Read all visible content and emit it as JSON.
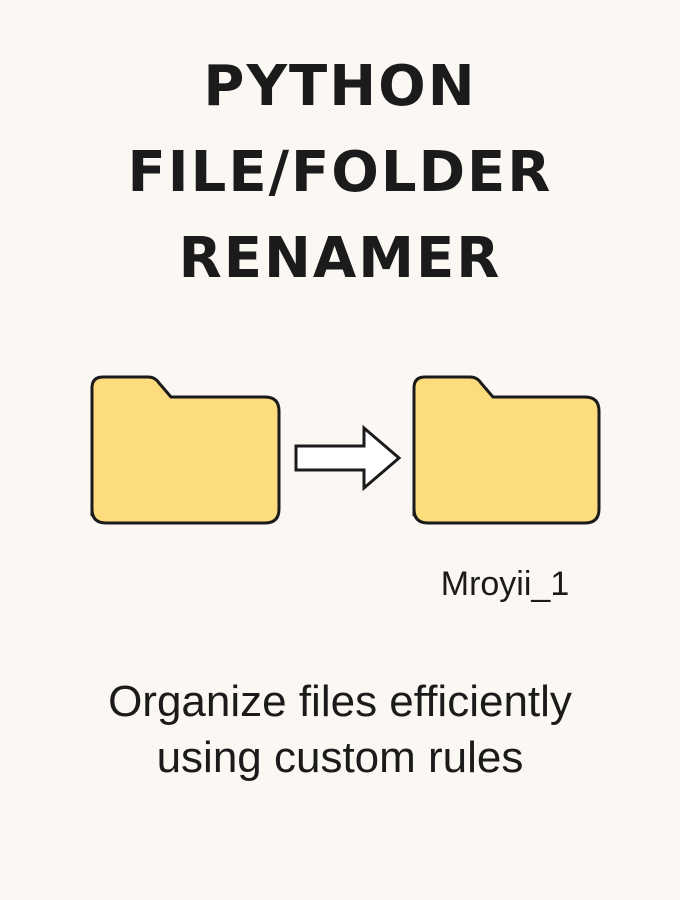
{
  "title": {
    "lines": [
      "PYTHON",
      "FILE/FOLDER",
      "RENAMER"
    ]
  },
  "illustration": {
    "source_icon": "folder-icon",
    "arrow_icon": "right-arrow-icon",
    "target_icon": "folder-icon",
    "target_label": "Mroyii_1",
    "folder_fill": "#fcdc7d",
    "outline": "#1b1b1b"
  },
  "tagline": {
    "lines": [
      "Organize files efficiently",
      "using custom rules"
    ]
  },
  "colors": {
    "background": "#fbf8f3",
    "text": "#1b1b1b"
  }
}
